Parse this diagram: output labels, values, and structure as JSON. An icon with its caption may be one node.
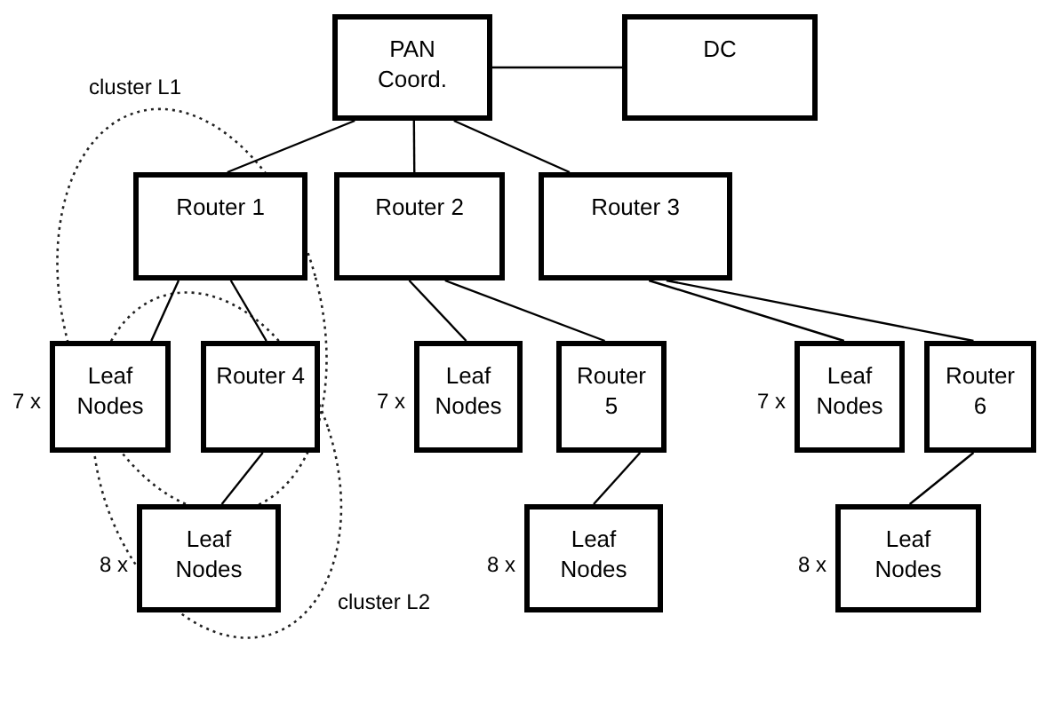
{
  "diagram": {
    "nodes": [
      {
        "text": [
          "PAN Coord."
        ]
      },
      {
        "text": [
          "DC"
        ]
      },
      {
        "text": [
          "Router 1"
        ]
      },
      {
        "text": [
          "Router 2"
        ]
      },
      {
        "text": [
          "Router 3"
        ]
      },
      {
        "text": [
          "Leaf Nodes"
        ],
        "beside": [
          "7 x"
        ]
      },
      {
        "text": [
          "Router 4"
        ]
      },
      {
        "text": [
          "Leaf Nodes"
        ],
        "beside": [
          "7 x"
        ]
      },
      {
        "text": [
          "Router 5"
        ]
      },
      {
        "text": [
          "Leaf Nodes"
        ],
        "beside": [
          "7 x"
        ]
      },
      {
        "text": [
          "Router 6"
        ]
      },
      {
        "text": [
          "Leaf Nodes"
        ],
        "beside": [
          "8 x"
        ]
      },
      {
        "text": [
          "Leaf Nodes"
        ],
        "beside": [
          "8 x"
        ]
      },
      {
        "text": [
          "Leaf Nodes"
        ],
        "beside": [
          "8 x"
        ]
      }
    ],
    "edges": [
      {
        "from": 0,
        "to": 1,
        "arrow": "none"
      },
      {
        "from": 0,
        "to": 2,
        "arrow": "none"
      },
      {
        "from": 0,
        "to": 3,
        "arrow": "none"
      },
      {
        "from": 0,
        "to": 4,
        "arrow": "none"
      },
      {
        "from": 2,
        "to": 5,
        "arrow": "none"
      },
      {
        "from": 2,
        "to": 6,
        "arrow": "none"
      },
      {
        "from": 3,
        "to": 7,
        "arrow": "none"
      },
      {
        "from": 3,
        "to": 8,
        "arrow": "none"
      },
      {
        "from": 4,
        "to": 9,
        "arrow": "none"
      },
      {
        "from": 4,
        "to": 10,
        "arrow": "none"
      },
      {
        "from": 6,
        "to": 11,
        "arrow": "none"
      },
      {
        "from": 8,
        "to": 12,
        "arrow": "none"
      },
      {
        "from": 10,
        "to": 13,
        "arrow": "none"
      }
    ],
    "labels": [
      "cluster L1",
      "cluster L2"
    ]
  }
}
